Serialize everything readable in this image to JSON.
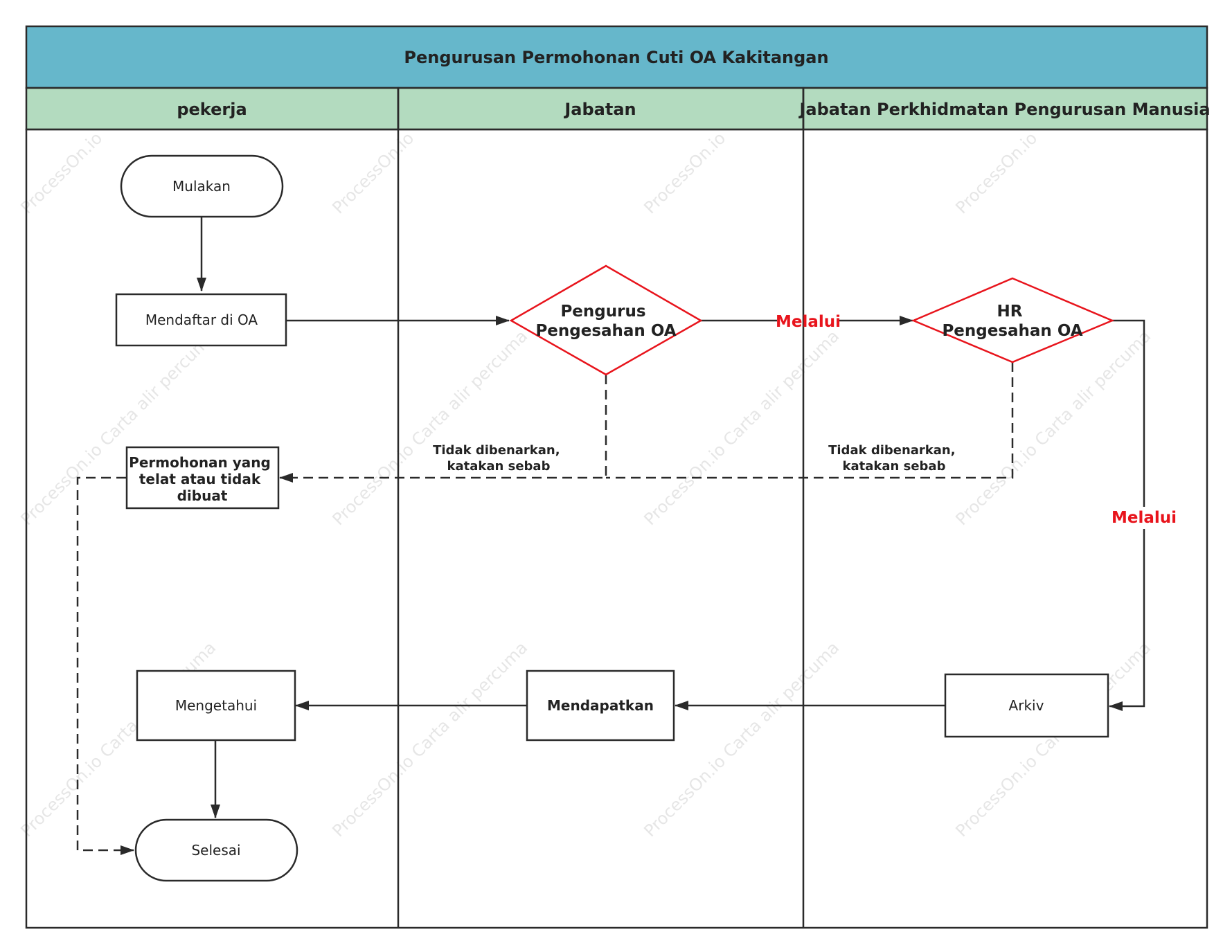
{
  "title": "Pengurusan Permohonan Cuti OA Kakitangan",
  "lanes": [
    {
      "id": "pekerja",
      "label": "pekerja"
    },
    {
      "id": "jabatan",
      "label": "Jabatan"
    },
    {
      "id": "hr",
      "label": "Jabatan Perkhidmatan Pengurusan Manusia"
    }
  ],
  "nodes": {
    "mulakan": "Mulakan",
    "mendaftar": "Mendaftar di OA",
    "pengurus": [
      "Pengurus",
      "Pengesahan OA"
    ],
    "hr_pengesahan": [
      "HR",
      "Pengesahan OA"
    ],
    "permohonan": [
      "Permohonan yang",
      "telat atau tidak",
      "dibuat"
    ],
    "mengetahui": "Mengetahui",
    "mendapatkan": "Mendapatkan",
    "arkiv": "Arkiv",
    "selesai": "Selesai"
  },
  "edge_labels": {
    "melalui_1": "Melalui",
    "melalui_2": "Melalui",
    "tidak_1": [
      "Tidak dibenarkan,",
      "katakan sebab"
    ],
    "tidak_2": [
      "Tidak dibenarkan,",
      "katakan sebab"
    ]
  },
  "watermarks": {
    "short": "ProcessOn.io",
    "long": "ProcessOn.io Carta alir percuma"
  },
  "colors": {
    "title_bg": "#66b7cb",
    "lane_header_bg": "#b3dbbf",
    "decision_stroke": "#e8141c",
    "stroke": "#2a2a2a",
    "accent_text": "#e8141c"
  }
}
